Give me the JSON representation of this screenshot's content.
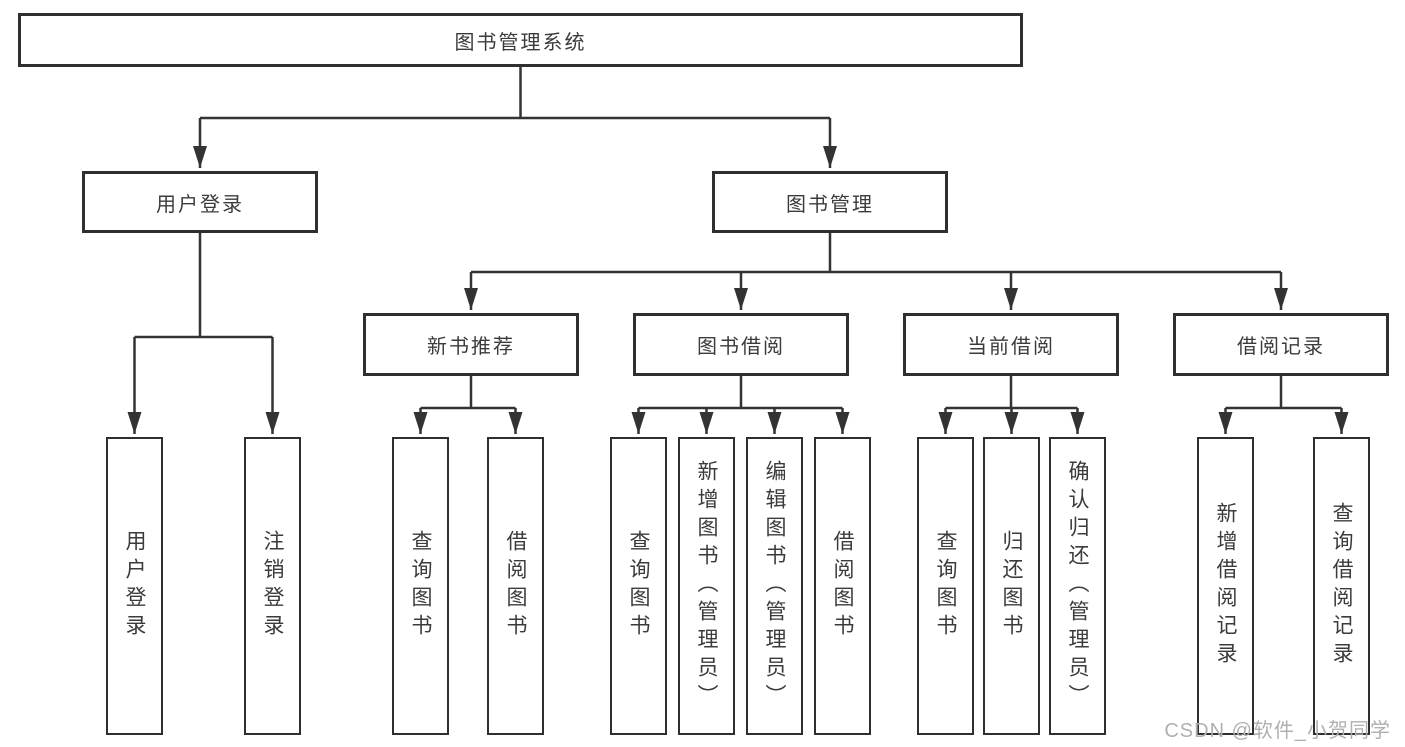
{
  "tree": {
    "root": {
      "label": "图书管理系统"
    },
    "branches": [
      {
        "label": "用户登录",
        "children": [
          {
            "label": "用户登录"
          },
          {
            "label": "注销登录"
          }
        ]
      },
      {
        "label": "图书管理",
        "children": [
          {
            "label": "新书推荐",
            "children": [
              {
                "label": "查询图书"
              },
              {
                "label": "借阅图书"
              }
            ]
          },
          {
            "label": "图书借阅",
            "children": [
              {
                "label": "查询图书"
              },
              {
                "label": "新增图书（管理员）"
              },
              {
                "label": "编辑图书（管理员）"
              },
              {
                "label": "借阅图书"
              }
            ]
          },
          {
            "label": "当前借阅",
            "children": [
              {
                "label": "查询图书"
              },
              {
                "label": "归还图书"
              },
              {
                "label": "确认归还（管理员）"
              }
            ]
          },
          {
            "label": "借阅记录",
            "children": [
              {
                "label": "新增借阅记录"
              },
              {
                "label": "查询借阅记录"
              }
            ]
          }
        ]
      }
    ]
  },
  "watermark": {
    "text": "CSDN @软件_小贺同学"
  },
  "colors": {
    "line": "#333333",
    "box_border": "#2f2f2f",
    "text": "#3b3b3b",
    "watermark": "#b0b0b0",
    "background": "#ffffff"
  }
}
